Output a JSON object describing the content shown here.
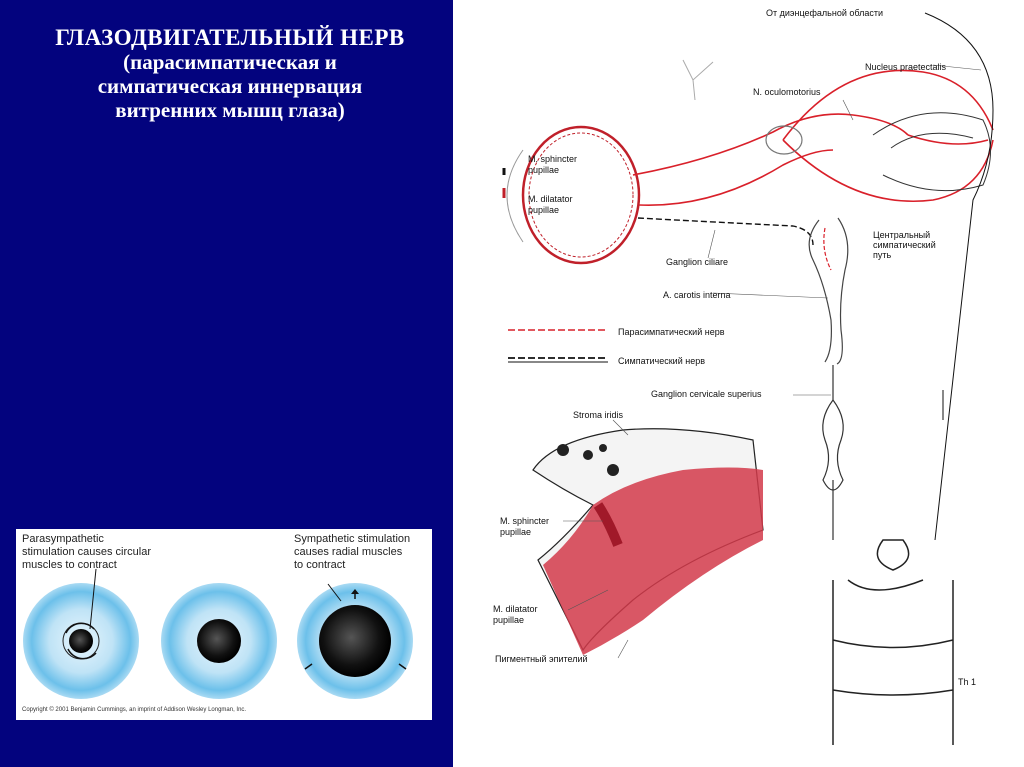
{
  "title": {
    "line1": "ГЛАЗОДВИГАТЕЛЬНЫЙ НЕРВ",
    "line2": "(парасимпатическая и",
    "line3": "симпатическая иннервация",
    "line4": "витренних мышц глаза)"
  },
  "pupil_figure": {
    "para_caption": [
      "Parasympathetic",
      "stimulation causes circular",
      "muscles to contract"
    ],
    "symp_caption": [
      "Sympathetic stimulation",
      "causes radial muscles",
      "to contract"
    ],
    "copyright": "Copyright © 2001 Benjamin Cummings, an imprint of Addison Wesley Longman, Inc."
  },
  "diagram": {
    "diencephalon": "От диэнцефальной области",
    "nucleus_praetectalis": "Nucleus praetectalis",
    "n_oculomotorius": "N. oculomotorius",
    "m_sphincter": [
      "M. sphincter",
      "pupillae"
    ],
    "m_dilatator": [
      "M. dilatator",
      "pupillae"
    ],
    "ganglion_ciliare": "Ganglion ciliare",
    "central_path": [
      "Центральный",
      "симпатический",
      "путь"
    ],
    "a_carotis": "A. carotis interna",
    "legend_para": "Парасимпатический нерв",
    "legend_symp": "Симпатический нерв",
    "ganglion_cervicale": "Ganglion cervicale superius",
    "stroma_iridis": "Stroma iridis",
    "m_sphincter2": [
      "M. sphincter",
      "pupillae"
    ],
    "m_dilatator2": [
      "M. dilatator",
      "pupillae"
    ],
    "pigment": "Пигментный эпителий",
    "th1": "Th 1"
  },
  "colors": {
    "background": "#03037e",
    "nerve_red": "#d9202a",
    "muscle_red": "#c8283a",
    "iris_blue": "#5fb8e8"
  }
}
